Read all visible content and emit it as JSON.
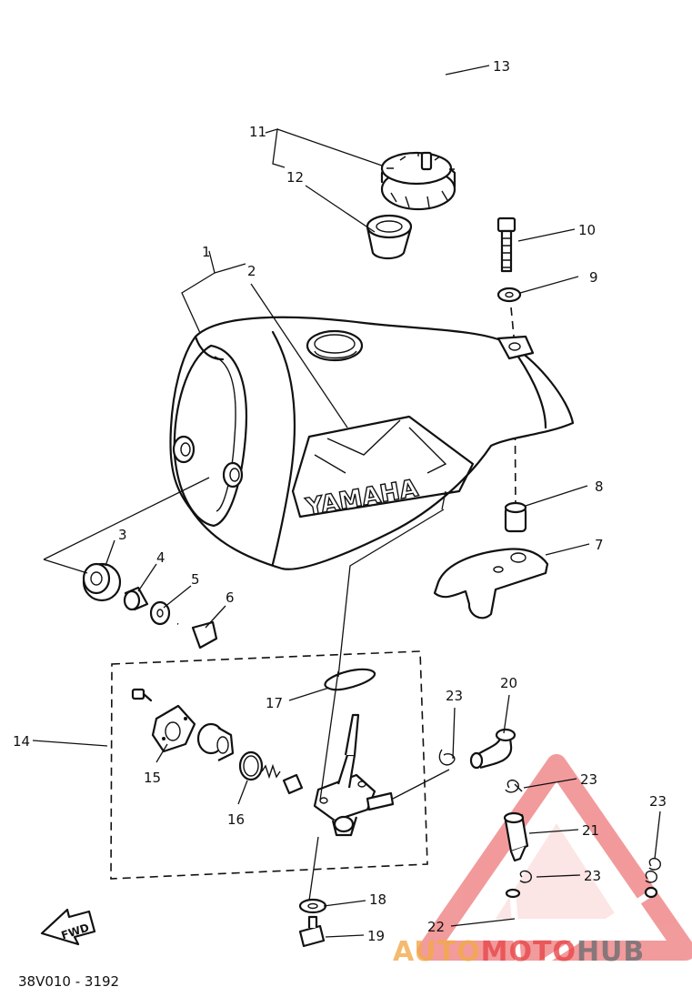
{
  "callouts": {
    "c1": "1",
    "c2": "2",
    "c3": "3",
    "c4": "4",
    "c5": "5",
    "c6": "6",
    "c7": "7",
    "c8": "8",
    "c9": "9",
    "c10": "10",
    "c11": "11",
    "c12": "12",
    "c13": "13",
    "c14": "14",
    "c15": "15",
    "c16": "16",
    "c17": "17",
    "c18": "18",
    "c19": "19",
    "c20": "20",
    "c21": "21",
    "c22": "22",
    "c23a": "23",
    "c23b": "23",
    "c23c": "23",
    "c23d": "23"
  },
  "tank_logo": "YAMAHA",
  "fwd_label": "FWD",
  "diagram_code": "38V010 - 3192",
  "watermark": {
    "part1": "AUTO",
    "part2": "MOTO",
    "part3": "HUB",
    "color_orange": "#f2a94a",
    "color_red": "#e8484a",
    "color_grey": "#6d6f73"
  }
}
